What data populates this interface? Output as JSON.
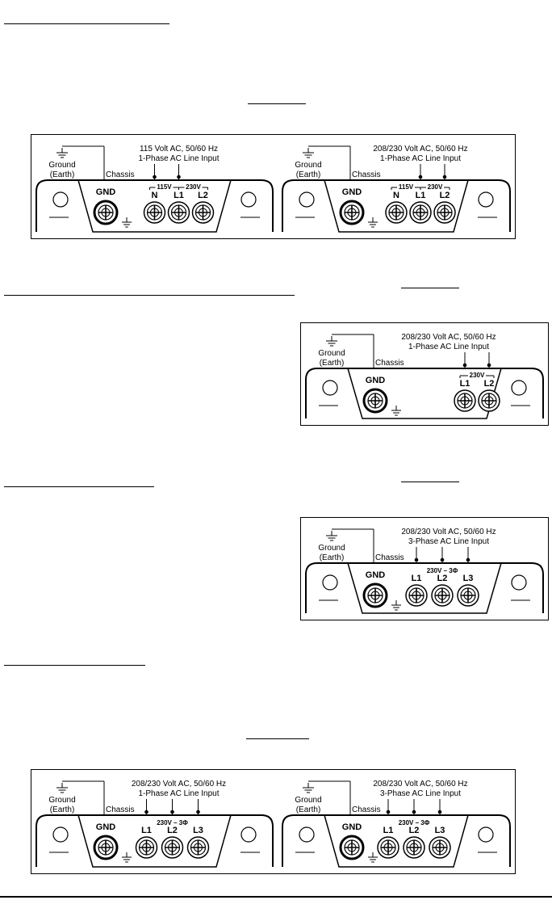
{
  "labels": {
    "ground": "Ground",
    "earth": "(Earth)",
    "chassis": "Chassis",
    "gnd": "GND",
    "n": "N",
    "l1": "L1",
    "l2": "L2",
    "l3": "L3",
    "v115": "115V",
    "v230": "230V",
    "v230_3ph": "230V – 3Φ"
  },
  "panels": [
    {
      "id": "p1",
      "title1": "115 Volt AC, 50/60 Hz",
      "title2": "1-Phase AC Line Input",
      "term": "NLL",
      "labelType": "dual"
    },
    {
      "id": "p2",
      "title1": "208/230 Volt AC, 50/60 Hz",
      "title2": "1-Phase AC Line Input",
      "term": "NLL",
      "labelType": "dual"
    },
    {
      "id": "p3",
      "title1": "208/230 Volt AC, 50/60 Hz",
      "title2": "1-Phase AC Line Input",
      "term": "LL",
      "labelType": "single"
    },
    {
      "id": "p4",
      "title1": "208/230 Volt AC, 50/60 Hz",
      "title2": "3-Phase AC Line Input",
      "term": "LLL",
      "labelType": "three"
    },
    {
      "id": "p5",
      "title1": "208/230 Volt AC, 50/60 Hz",
      "title2": "1-Phase AC Line Input",
      "term": "LLL",
      "labelType": "three"
    },
    {
      "id": "p6",
      "title1": "208/230 Volt AC, 50/60 Hz",
      "title2": "3-Phase AC Line Input",
      "term": "LLL",
      "labelType": "three"
    }
  ]
}
